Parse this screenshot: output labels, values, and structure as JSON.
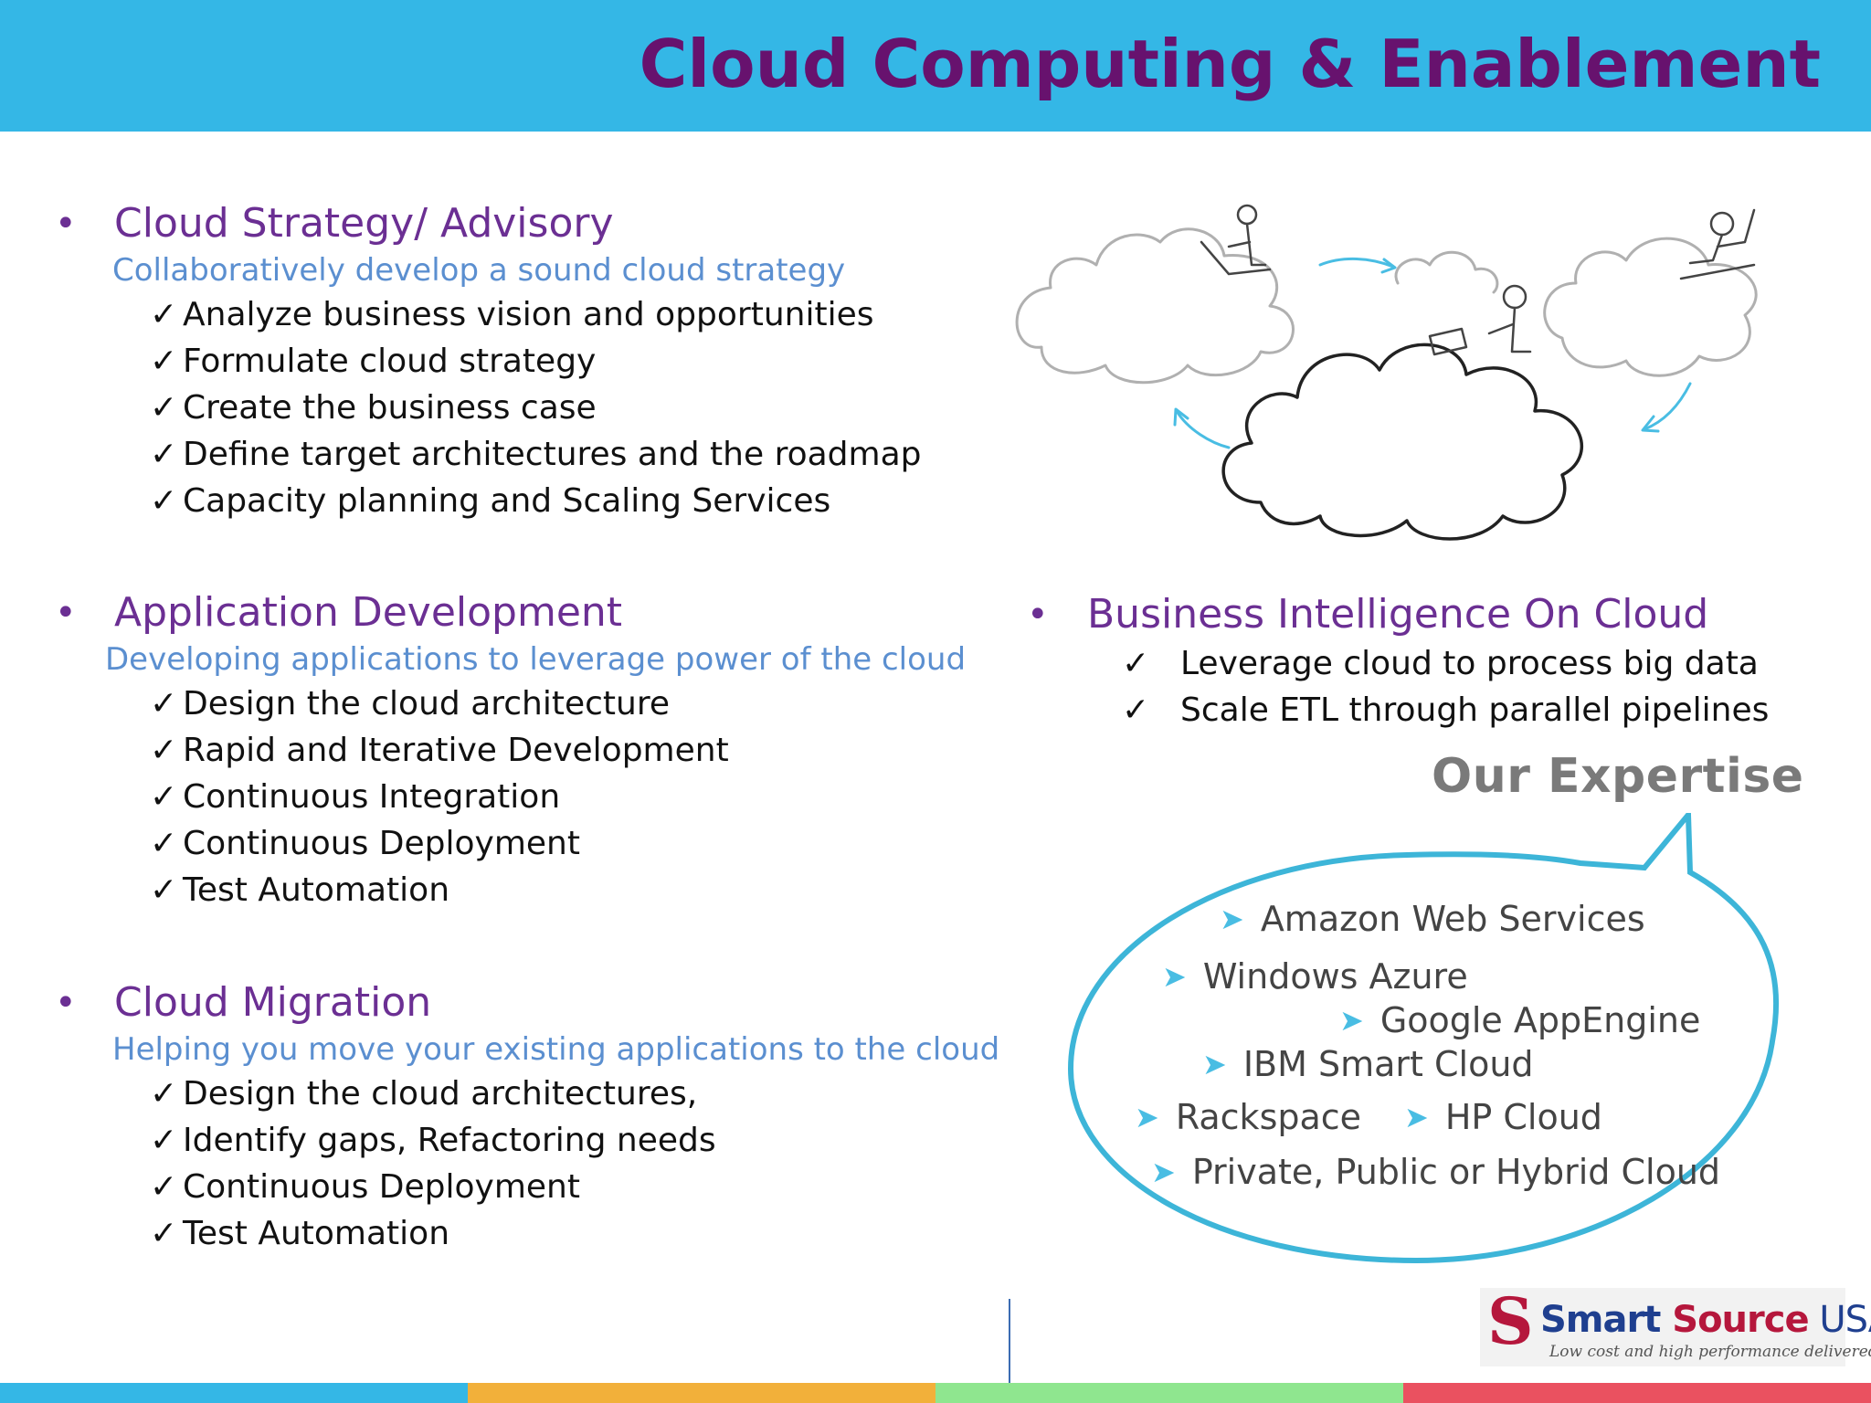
{
  "title": "Cloud Computing & Enablement",
  "sections": [
    {
      "heading": "Cloud Strategy/ Advisory",
      "subheading": "Collaboratively develop a sound cloud strategy",
      "items": [
        "Analyze business vision and opportunities",
        "Formulate cloud strategy",
        "Create the business case",
        "Define target architectures and the roadmap",
        "Capacity planning and Scaling Services"
      ]
    },
    {
      "heading": "Application Development",
      "subheading": "Developing applications to leverage power of the cloud",
      "items": [
        "Design the cloud architecture",
        "Rapid and Iterative Development",
        "Continuous Integration",
        "Continuous Deployment",
        "Test Automation"
      ]
    },
    {
      "heading": "Cloud Migration",
      "subheading": "Helping you move your existing applications to the cloud",
      "items": [
        "Design the cloud architectures,",
        "Identify gaps, Refactoring needs",
        "Continuous Deployment",
        "Test Automation"
      ]
    }
  ],
  "bi_section": {
    "heading": "Business Intelligence On Cloud",
    "items": [
      "Leverage cloud to process big data",
      "Scale ETL through parallel pipelines"
    ]
  },
  "expertise": {
    "title": "Our Expertise",
    "items": [
      "Amazon Web Services",
      "Windows Azure",
      "Google AppEngine",
      "IBM Smart Cloud",
      "Rackspace",
      "HP Cloud",
      "Private, Public or Hybrid Cloud"
    ]
  },
  "logo": {
    "mark": "S",
    "name_part1": "Smart ",
    "name_part2": "Source",
    "name_part3": " USA",
    "tagline": "Low cost and high performance delivered"
  },
  "symbols": {
    "bullet": "•",
    "check": "✓",
    "arrow": "➤"
  },
  "colors": {
    "header": "#34b7e6",
    "title": "#67126e",
    "heading": "#6b2f93",
    "subheading": "#5b8fd0",
    "footer": [
      "#34b7e6",
      "#f2b03a",
      "#8fe68f",
      "#ea5160"
    ]
  }
}
